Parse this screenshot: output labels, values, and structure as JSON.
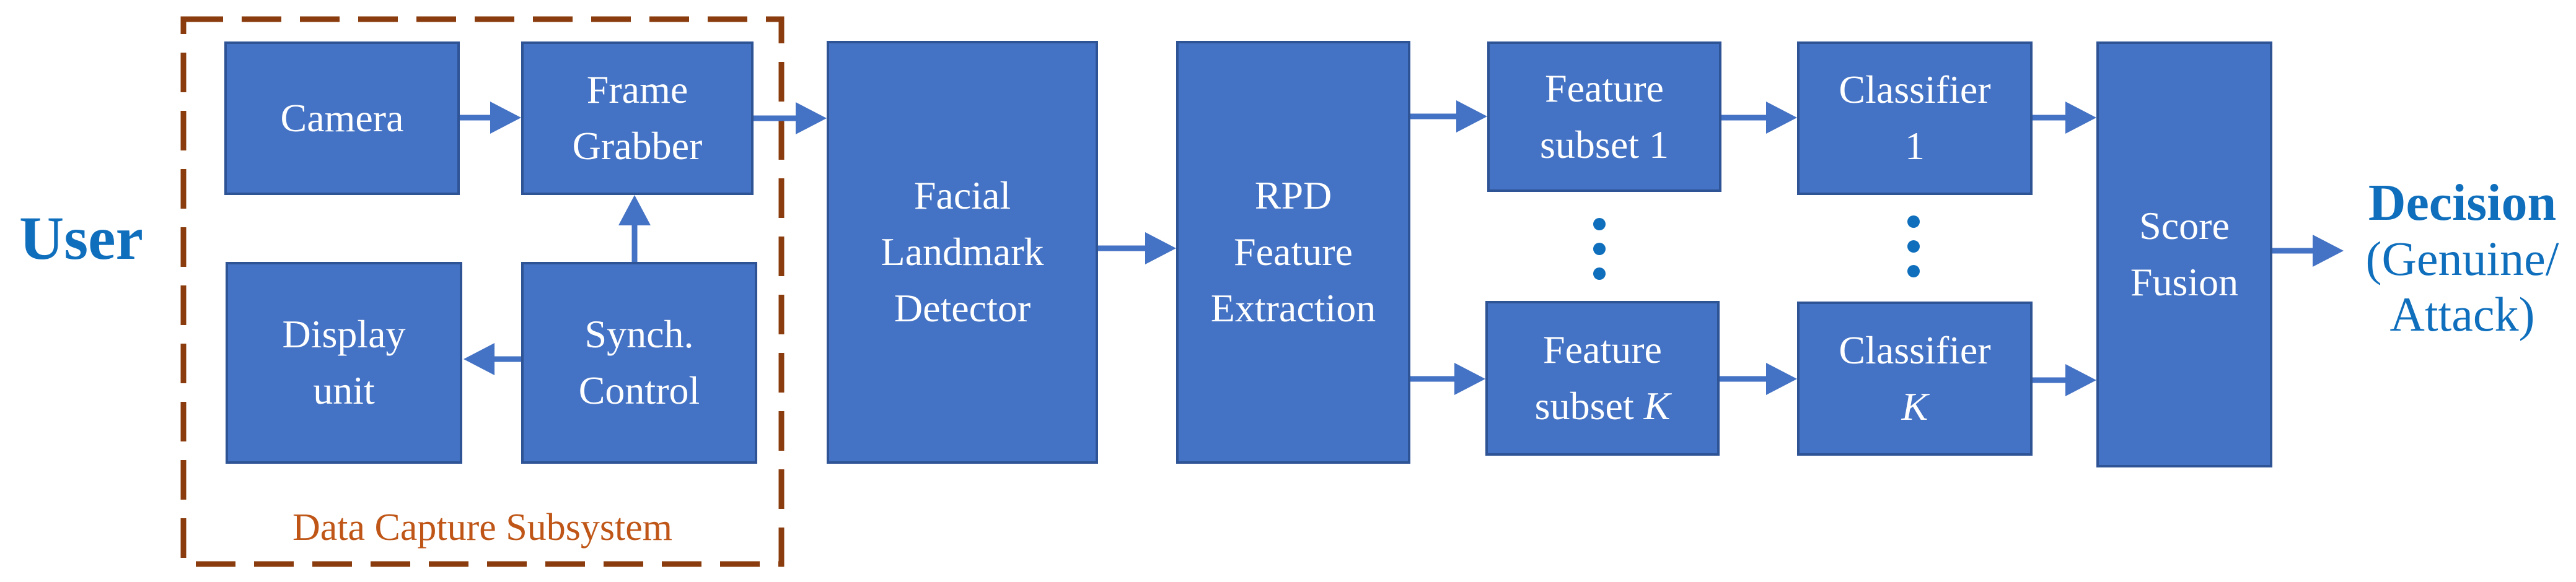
{
  "labels": {
    "user": "User",
    "subsystem": "Data Capture Subsystem",
    "decision_title": "Decision",
    "decision_line2": "(Genuine/",
    "decision_line3": "Attack)"
  },
  "boxes": {
    "camera": {
      "label": "Camera"
    },
    "frame_grabber": {
      "label": "Frame\nGrabber"
    },
    "display_unit": {
      "label": "Display\nunit"
    },
    "synch_control": {
      "label": "Synch.\nControl"
    },
    "facial_landmark_detector": {
      "label": "Facial\nLandmark\nDetector"
    },
    "rpd_feature_extraction": {
      "label": "RPD\nFeature\nExtraction"
    },
    "feature_subset_1": {
      "label": "Feature\nsubset 1"
    },
    "feature_subset_k": {
      "prefix": "Feature\nsubset ",
      "italic": "K"
    },
    "classifier_1": {
      "label": "Classifier\n1"
    },
    "classifier_k": {
      "prefix": "Classifier\n",
      "italic": "K"
    },
    "score_fusion": {
      "label": "Score\nFusion"
    }
  },
  "colors": {
    "box-fill": "#4472C4",
    "box-border": "#2F5496",
    "arrow": "#4472C4",
    "dashed-border": "#8A3C0E",
    "subsystem-label": "#BF5617",
    "emphasis-text": "#0F6FBD",
    "dots": "#0F6FBD",
    "box-text": "#FFFFFF",
    "bg": "#FFFFFF"
  }
}
